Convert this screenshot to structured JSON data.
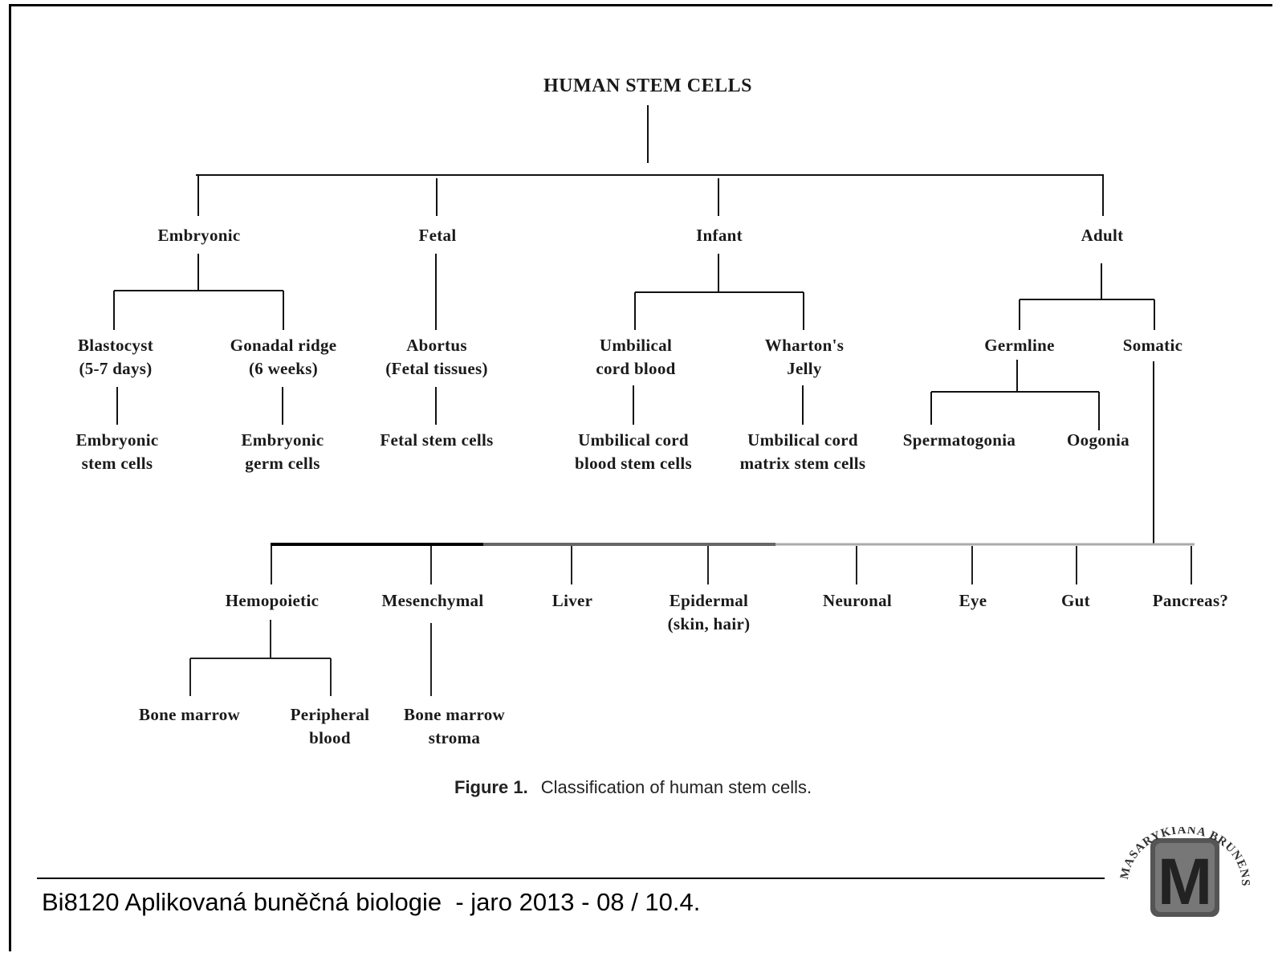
{
  "root": "HUMAN STEM CELLS",
  "categories": {
    "embryonic": "Embryonic",
    "fetal": "Fetal",
    "infant": "Infant",
    "adult": "Adult"
  },
  "embryonic": {
    "blastocyst": "Blastocyst\n(5-7 days)",
    "gonadal_ridge": "Gonadal ridge\n(6 weeks)",
    "embryonic_stem_cells": "Embryonic\nstem cells",
    "embryonic_germ_cells": "Embryonic\ngerm cells"
  },
  "fetal": {
    "abortus": "Abortus\n(Fetal tissues)",
    "fetal_stem_cells": "Fetal stem cells"
  },
  "infant": {
    "umbilical_cord_blood": "Umbilical\ncord blood",
    "whartons_jelly": "Wharton's\nJelly",
    "ucb_stem_cells": "Umbilical cord\nblood stem cells",
    "ucm_stem_cells": "Umbilical cord\nmatrix stem cells"
  },
  "adult": {
    "germline": "Germline",
    "somatic": "Somatic",
    "spermatogonia": "Spermatogonia",
    "oogonia": "Oogonia"
  },
  "somatic": {
    "hemopoietic": "Hemopoietic",
    "mesenchymal": "Mesenchymal",
    "liver": "Liver",
    "epidermal": "Epidermal\n(skin, hair)",
    "neuronal": "Neuronal",
    "eye": "Eye",
    "gut": "Gut",
    "pancreas": "Pancreas?",
    "bone_marrow": "Bone marrow",
    "peripheral_blood": "Peripheral\nblood",
    "bone_marrow_stroma": "Bone marrow\nstroma"
  },
  "caption": {
    "figure": "Figure 1.",
    "text": "Classification of human stem cells."
  },
  "footer": "Bi8120 Aplikovaná buněčná biologie  - jaro 2013 - 08 / 10.4.",
  "logo": {
    "letter": "M",
    "ring_text": "MASARYKIANA BRUNENSIS"
  }
}
